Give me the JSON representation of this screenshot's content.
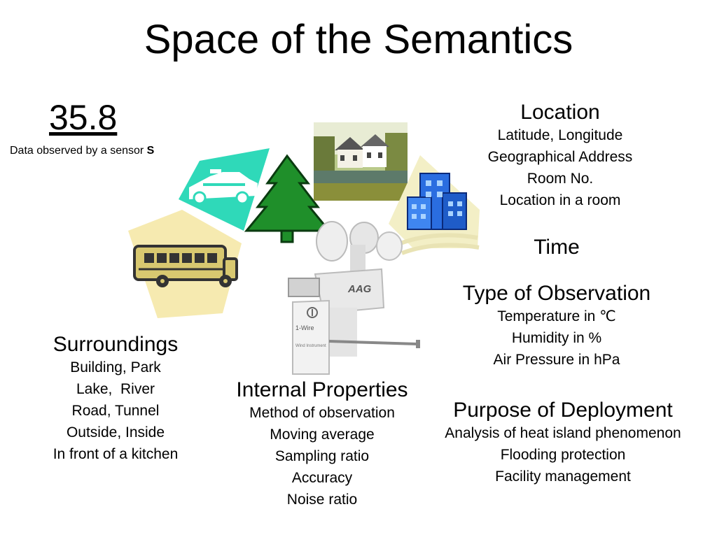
{
  "title": "Space of the Semantics",
  "observation": {
    "value": "35.8",
    "caption_prefix": "Data observed by a sensor ",
    "caption_sensor": "S"
  },
  "location": {
    "heading": "Location",
    "items": [
      "Latitude, Longitude",
      "Geographical Address",
      "Room No.",
      "Location in a room"
    ]
  },
  "time": {
    "heading": "Time"
  },
  "type_of_observation": {
    "heading": "Type of Observation",
    "items": [
      "Temperature in ℃",
      "Humidity in %",
      "Air Pressure in hPa"
    ]
  },
  "purpose": {
    "heading": "Purpose of Deployment",
    "items": [
      "Analysis of heat island phenomenon",
      "Flooding protection",
      "Facility management"
    ]
  },
  "surroundings": {
    "heading": "Surroundings",
    "items": [
      "Building, Park",
      "Lake,  River",
      "Road, Tunnel",
      "Outside, Inside",
      "In front of a kitchen"
    ]
  },
  "internal": {
    "heading": "Internal Properties",
    "items": [
      "Method of observation",
      "Moving average",
      "Sampling ratio",
      "Accuracy",
      "Noise ratio"
    ]
  },
  "sensor_device": {
    "brand": "AAG",
    "tag": "1-Wire",
    "subtag": "Wind Instrument"
  },
  "colors": {
    "taxi_fan": "#2fd9b9",
    "bus_fan": "#f6eab0",
    "building_fan": "#f3efc6",
    "tree": "#1f8f2a",
    "bus": "#d8c870",
    "building": "#2a6de0"
  },
  "icons": [
    "taxi-icon",
    "bus-icon",
    "tree-icon",
    "house-lake-photo",
    "office-building-icon",
    "anemometer-sensor-image"
  ]
}
